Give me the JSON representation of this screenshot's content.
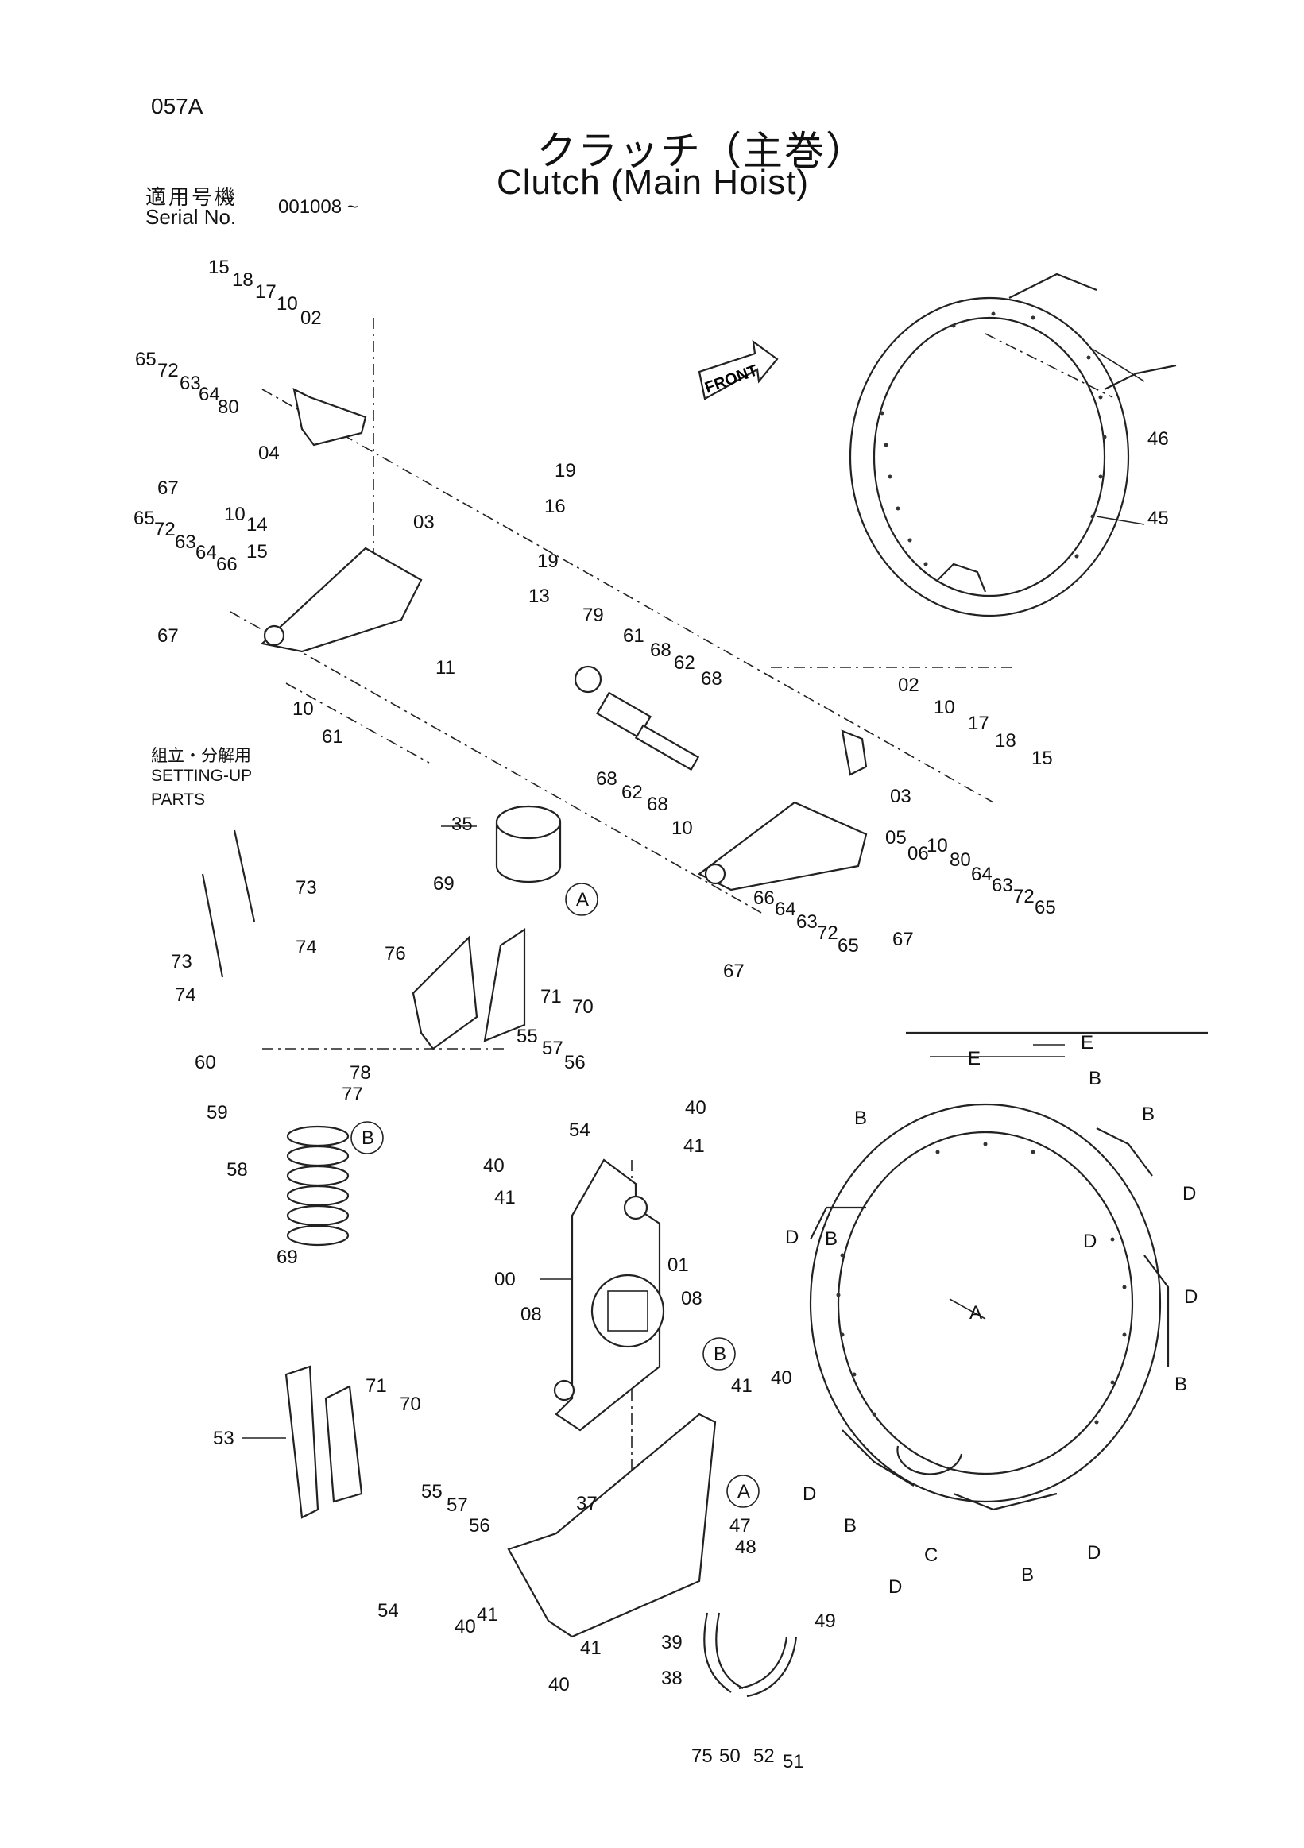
{
  "header": {
    "page_code": "057A",
    "title_jp": "クラッチ（主巻）",
    "title_en": "Clutch (Main Hoist)",
    "serial_label_jp": "適用号機",
    "serial_label_en": "Serial No.",
    "serial_value": "001008 ~"
  },
  "setting_up": {
    "label_jp": "組立・分解用",
    "label_en_1": "SETTING-UP",
    "label_en_2": "PARTS"
  },
  "front_arrow": "FRONT",
  "callouts": [
    "15",
    "18",
    "17",
    "10",
    "02",
    "65",
    "72",
    "63",
    "64",
    "80",
    "04",
    "67",
    "10",
    "19",
    "16",
    "14",
    "15",
    "03",
    "19",
    "13",
    "65",
    "72",
    "63",
    "64",
    "66",
    "67",
    "11",
    "79",
    "61",
    "68",
    "62",
    "68",
    "10",
    "61",
    "02",
    "10",
    "17",
    "18",
    "15",
    "46",
    "45",
    "68",
    "62",
    "68",
    "10",
    "03",
    "05",
    "06",
    "10",
    "80",
    "64",
    "63",
    "72",
    "65",
    "35",
    "A",
    "69",
    "66",
    "64",
    "63",
    "72",
    "65",
    "67",
    "67",
    "73",
    "74",
    "76",
    "71",
    "70",
    "73",
    "74",
    "55",
    "57",
    "56",
    "78",
    "77",
    "60",
    "59",
    "B",
    "54",
    "40",
    "41",
    "40",
    "41",
    "58",
    "00",
    "01",
    "08",
    "08",
    "B",
    "69",
    "71",
    "70",
    "53",
    "41",
    "40",
    "55",
    "57",
    "56",
    "54",
    "40",
    "41",
    "37",
    "A",
    "47",
    "48",
    "49",
    "41",
    "39",
    "40",
    "38",
    "75",
    "50",
    "52",
    "51",
    "E",
    "E",
    "B",
    "B",
    "B",
    "D",
    "D",
    "D",
    "A",
    "B",
    "D",
    "B",
    "C",
    "D",
    "D",
    "B",
    "D",
    "B"
  ]
}
